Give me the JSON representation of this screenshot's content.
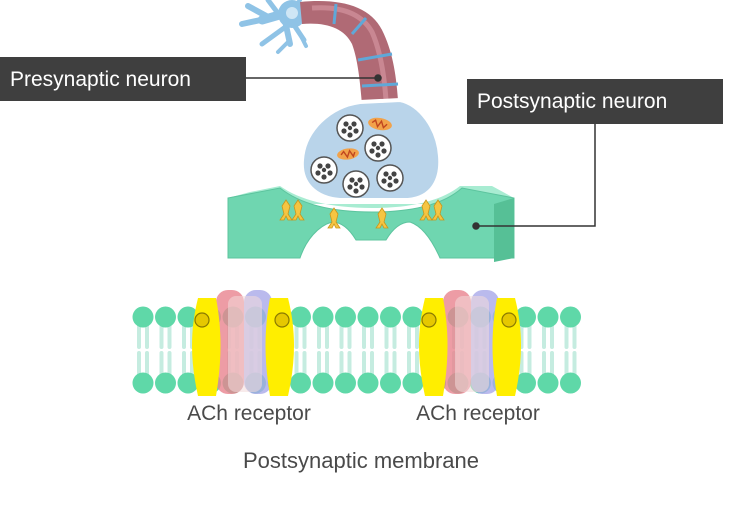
{
  "labels": {
    "presynaptic": "Presynaptic neuron",
    "postsynaptic": "Postsynaptic neuron",
    "receptor_left": "ACh receptor",
    "receptor_right": "ACh receptor",
    "membrane": "Postsynaptic membrane"
  },
  "colors": {
    "label_bg": "#3f3f3f",
    "label_text": "#ffffff",
    "caption_text": "#4a4a4a",
    "axon": "#b06a75",
    "axon_dark": "#8f4f5b",
    "dendrite": "#8fc3e6",
    "terminal": "#b9d4ea",
    "postsynaptic_cell": "#6fd6b0",
    "lipid_head": "#5fd8a8",
    "lipid_tail": "#c5ece0",
    "receptor": "#ffee00",
    "receptor_red": "#e8838f",
    "receptor_blue": "#a9a9e8"
  }
}
